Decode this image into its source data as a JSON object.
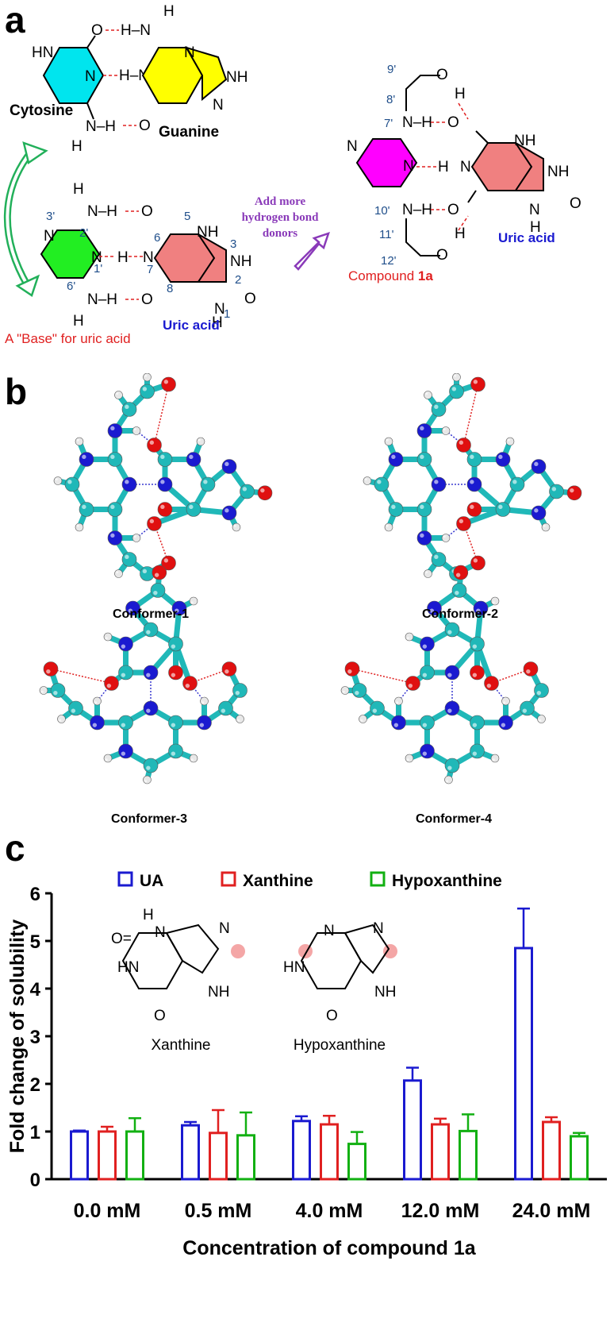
{
  "panel_a": {
    "letter": "a",
    "cytosine": "Cytosine",
    "guanine": "Guanine",
    "base_caption": "A \"Base\" for uric acid",
    "uric_acid_1": "Uric acid",
    "uric_acid_2": "Uric acid",
    "add_donors": [
      "Add more",
      "hydrogen bond",
      "donors"
    ],
    "compound_prefix": "Compound",
    "compound_id": "1a",
    "atom_numbers_base": [
      "3'",
      "2'",
      "1'",
      "6'"
    ],
    "atom_numbers_ua": [
      "5",
      "6",
      "7",
      "8",
      "3",
      "2",
      "1"
    ],
    "atom_numbers_1a": [
      "9'",
      "8'",
      "7'",
      "10'",
      "11'",
      "12'"
    ],
    "colors": {
      "cytosine": "#00e5ee",
      "guanine": "#ffff00",
      "base": "#22ee22",
      "uric_acid": "#f08080",
      "pyrimidine_1a": "#ff00ff",
      "hbond": "#e02020",
      "arrow_green": "#22b05a",
      "arrow_purple": "#8a3ab9"
    }
  },
  "panel_b": {
    "letter": "b",
    "conformers": [
      "Conformer-1",
      "Conformer-2",
      "Conformer-3",
      "Conformer-4"
    ],
    "colors": {
      "carbon": "#20b8b8",
      "nitrogen": "#1a1ad0",
      "oxygen": "#e01010",
      "hydrogen": "#e8e8e8"
    }
  },
  "panel_c": {
    "letter": "c",
    "insets": [
      "Xanthine",
      "Hypoxanthine"
    ]
  },
  "chart_data": {
    "type": "bar",
    "xlabel": "Concentration of compound 1a",
    "ylabel": "Fold change of solubility",
    "ylim": [
      0,
      6
    ],
    "yticks": [
      "0",
      "1",
      "2",
      "3",
      "4",
      "5",
      "6"
    ],
    "categories": [
      "0.0 mM",
      "0.5 mM",
      "4.0 mM",
      "12.0 mM",
      "24.0 mM"
    ],
    "legend_position": "top",
    "series": [
      {
        "name": "UA",
        "color": "#1a1ad0",
        "values": [
          1.0,
          1.13,
          1.22,
          2.07,
          4.85
        ],
        "errors": [
          0.02,
          0.07,
          0.1,
          0.27,
          0.83
        ]
      },
      {
        "name": "Xanthine",
        "color": "#e02020",
        "values": [
          1.0,
          0.97,
          1.15,
          1.15,
          1.2
        ],
        "errors": [
          0.1,
          0.48,
          0.18,
          0.12,
          0.1
        ]
      },
      {
        "name": "Hypoxanthine",
        "color": "#12b012",
        "values": [
          1.0,
          0.92,
          0.74,
          1.01,
          0.9
        ],
        "errors": [
          0.28,
          0.48,
          0.25,
          0.35,
          0.07
        ]
      }
    ]
  }
}
